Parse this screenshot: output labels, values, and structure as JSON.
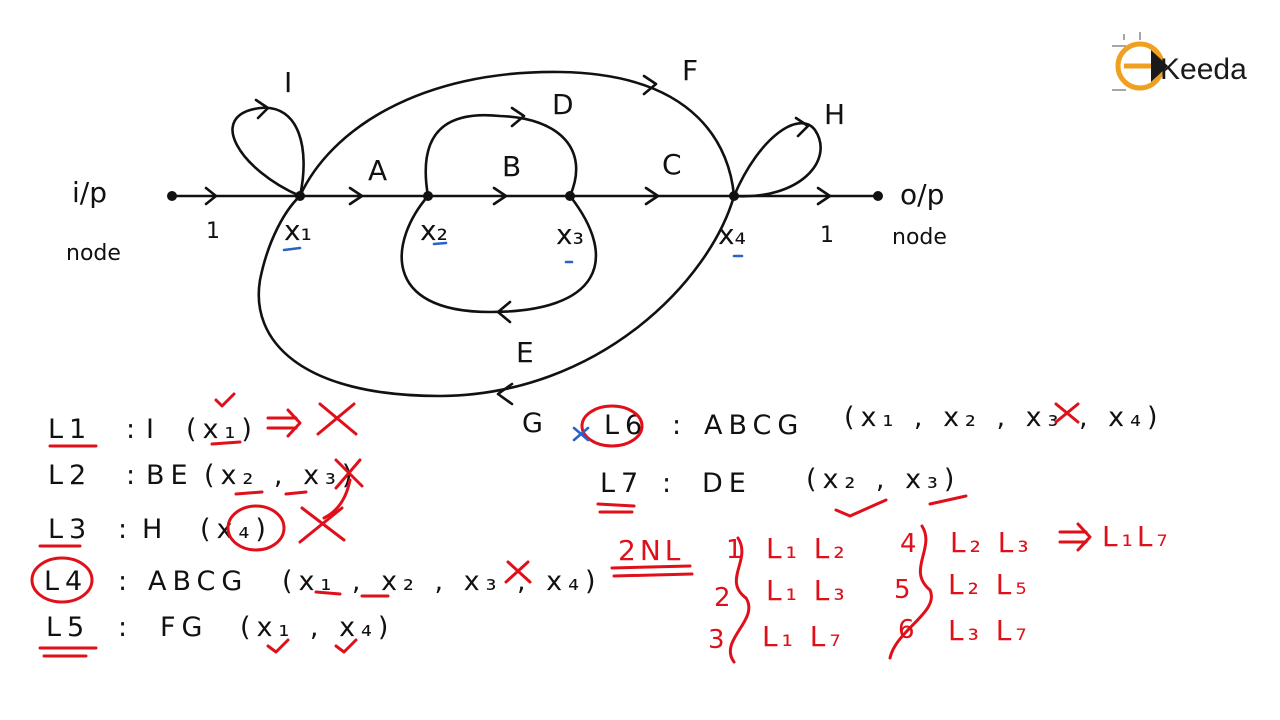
{
  "graph": {
    "input_label": "i/p",
    "input_sub": "node",
    "output_label": "o/p",
    "output_sub": "node",
    "gain_in": "1",
    "gain_out": "1",
    "branches": {
      "I": "I",
      "A": "A",
      "D": "D",
      "B": "B",
      "C": "C",
      "F": "F",
      "H": "H",
      "E": "E",
      "G": "G"
    },
    "nodes": {
      "x1": "x₁",
      "x2": "x₂",
      "x3": "x₃",
      "x4": "x₄"
    }
  },
  "loops_left": [
    {
      "id": "L1",
      "sep": ":",
      "path": "I",
      "nodes": "(x₁)"
    },
    {
      "id": "L2",
      "sep": ":",
      "path": "BE",
      "nodes": "(x₂ , x₃)"
    },
    {
      "id": "L3",
      "sep": ":",
      "path": "H",
      "nodes": "(x₄)"
    },
    {
      "id": "L4",
      "sep": ":",
      "path": "ABCG",
      "nodes": "(x₁ , x₂ , x₃ , x₄)"
    },
    {
      "id": "L5",
      "sep": ":",
      "path": "FG",
      "nodes": "(x₁ , x₄)"
    }
  ],
  "loops_right": [
    {
      "prefix": "G",
      "id": "L6",
      "sep": ":",
      "path": "ABCG",
      "nodes": "(x₁ , x₂ , x₃ , x₄)"
    },
    {
      "id": "L7",
      "sep": ":",
      "path": "DE",
      "nodes": "(x₂ , x₃)"
    }
  ],
  "non_touching": {
    "heading": "2NL",
    "pairs": [
      {
        "num": "1",
        "pair": "L₁ L₂"
      },
      {
        "num": "2",
        "pair": "L₁ L₃"
      },
      {
        "num": "3",
        "pair": "L₁ L₇"
      },
      {
        "num": "4",
        "pair": "L₂ L₃"
      },
      {
        "num": "5",
        "pair": "L₂ L₅"
      },
      {
        "num": "6",
        "pair": "L₃ L₇"
      }
    ],
    "implies": "L₁L₇"
  },
  "logo": {
    "text": "Keeda",
    "brand_color": "#f0a020"
  },
  "colors": {
    "ink": "#111111",
    "annotation": "#e0101a",
    "underline": "#2a62c9"
  }
}
